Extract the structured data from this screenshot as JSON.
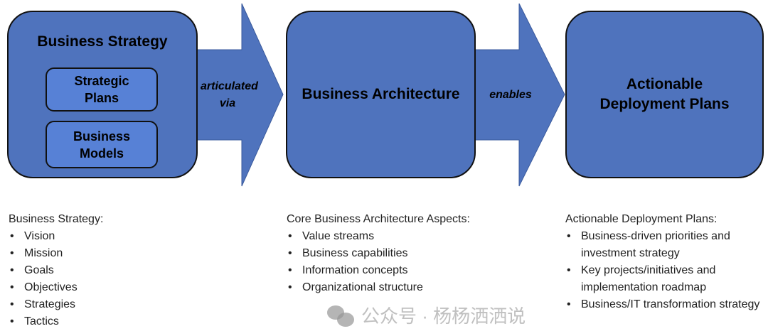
{
  "boxes": {
    "strategy": {
      "title": "Business Strategy",
      "inner": [
        "Strategic Plans",
        "Business Models"
      ]
    },
    "architecture": {
      "title": "Business Architecture"
    },
    "deployment": {
      "title": "Actionable Deployment Plans"
    }
  },
  "arrows": {
    "first": "articulated via",
    "second": "enables"
  },
  "lists": [
    {
      "heading": "Business Strategy:",
      "items": [
        "Vision",
        "Mission",
        "Goals",
        "Objectives",
        "Strategies",
        "Tactics"
      ]
    },
    {
      "heading": "Core Business Architecture Aspects:",
      "items": [
        "Value streams",
        "Business capabilities",
        "Information concepts",
        "Organizational structure"
      ]
    },
    {
      "heading": "Actionable Deployment Plans:",
      "items": [
        "Business-driven priorities and investment strategy",
        "Key projects/initiatives and implementation roadmap",
        "Business/IT transformation strategy"
      ]
    }
  ],
  "watermark": "公众号 · 杨杨洒洒说",
  "colors": {
    "box": "#4f73bd",
    "inner": "#5781d6"
  }
}
